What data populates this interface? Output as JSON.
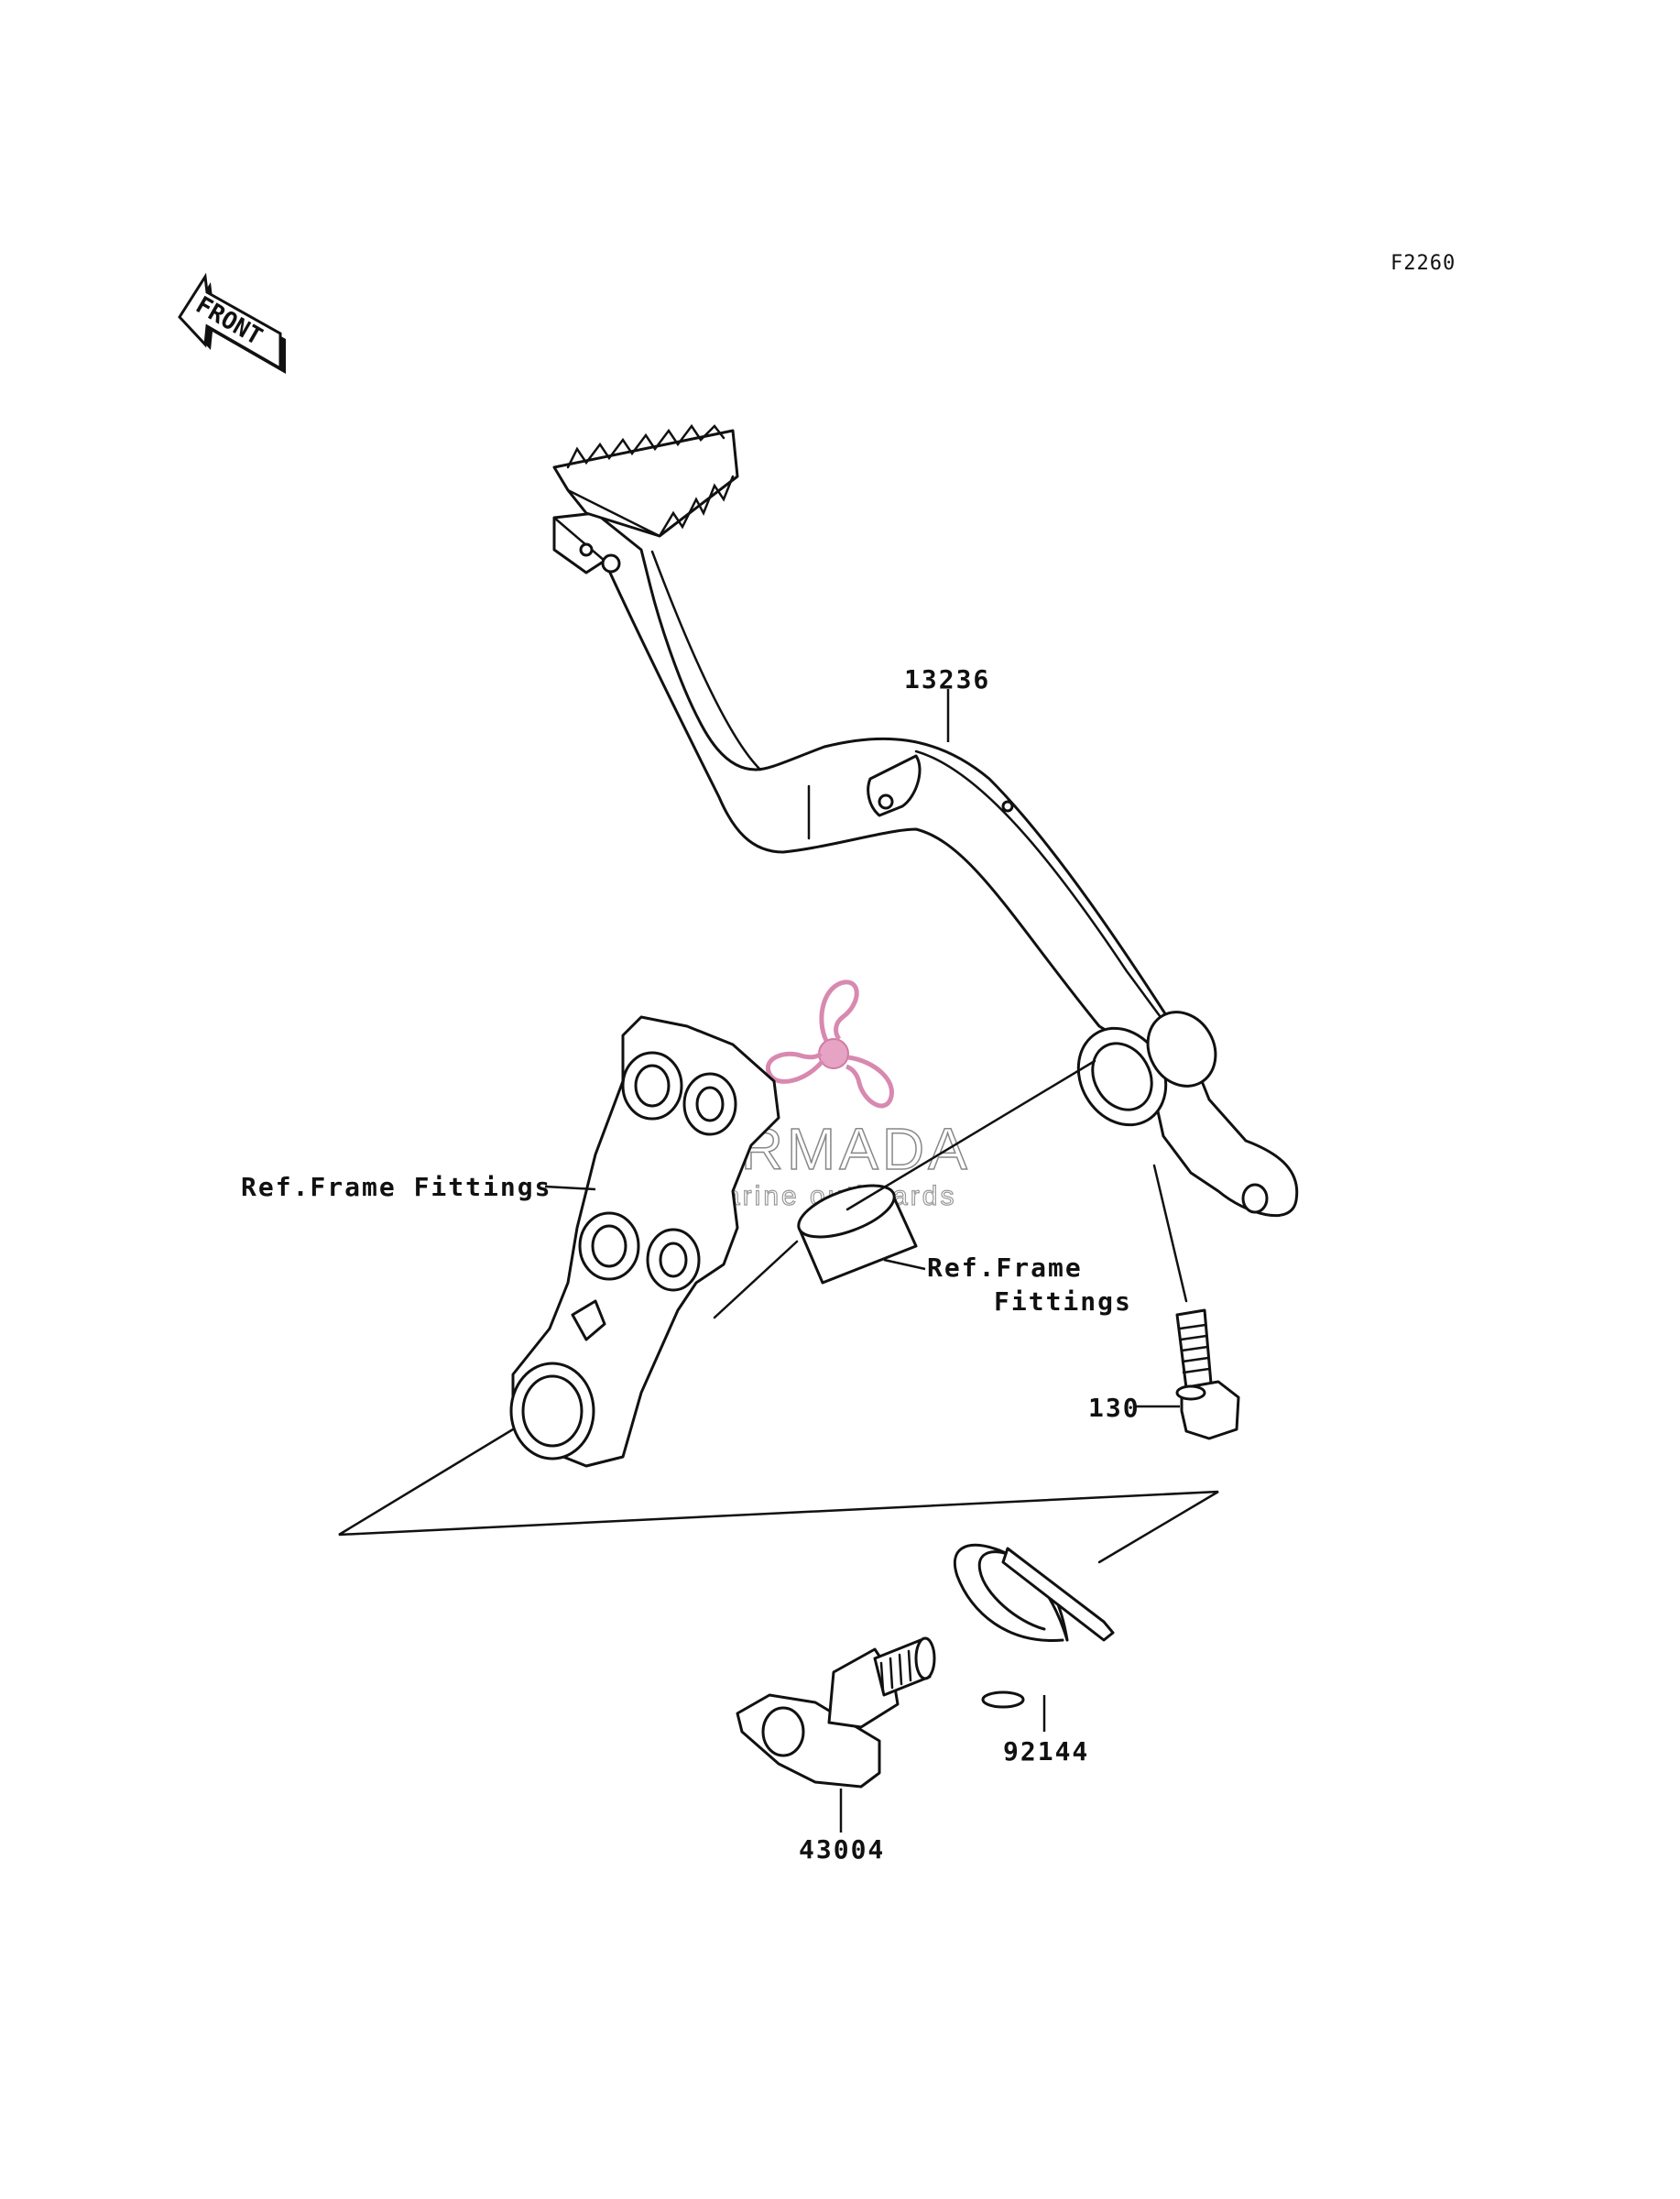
{
  "figure_code": "F2260",
  "front_arrow": {
    "text": "FRONT",
    "icon": "front-direction-arrow-icon"
  },
  "callouts": {
    "brake_pedal": "13236",
    "frame_fittings_left": "Ref.Frame Fittings",
    "frame_fittings_center_line1": "Ref.Frame",
    "frame_fittings_center_line2": "Fittings",
    "bolt": "130",
    "spring": "92144",
    "shaft": "43004"
  },
  "watermark": {
    "brand": "ARMADA",
    "tagline": "marine outboards",
    "logo_color": "#e7a3c3",
    "icon": "propeller-logo-icon"
  }
}
